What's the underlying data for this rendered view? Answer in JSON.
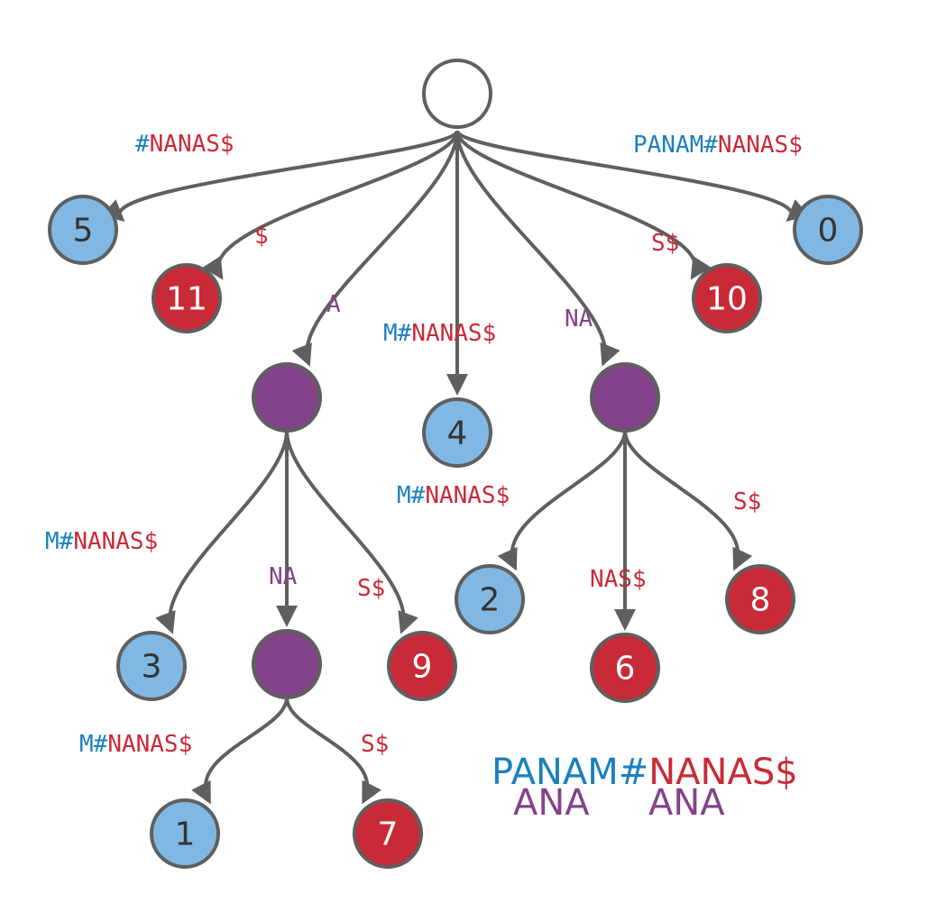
{
  "colors": {
    "blue": "#1a80bf",
    "red": "#c92a38",
    "purple": "#83438a",
    "node_blue": "#80b8e3",
    "node_red": "#c92a38",
    "node_purple": "#83438a",
    "root_fill": "#ffffff",
    "stroke": "#5f5f5f"
  },
  "tree": {
    "nodes": [
      {
        "id": "root",
        "kind": "root",
        "label": ""
      },
      {
        "id": "n5",
        "kind": "blue",
        "label": "5"
      },
      {
        "id": "n11",
        "kind": "red",
        "label": "11"
      },
      {
        "id": "nA",
        "kind": "internal",
        "label": ""
      },
      {
        "id": "n4",
        "kind": "blue",
        "label": "4"
      },
      {
        "id": "nNA",
        "kind": "internal",
        "label": ""
      },
      {
        "id": "n10",
        "kind": "red",
        "label": "10"
      },
      {
        "id": "n0",
        "kind": "blue",
        "label": "0"
      },
      {
        "id": "n3",
        "kind": "blue",
        "label": "3"
      },
      {
        "id": "nANA",
        "kind": "internal",
        "label": ""
      },
      {
        "id": "n9",
        "kind": "red",
        "label": "9"
      },
      {
        "id": "n2",
        "kind": "blue",
        "label": "2"
      },
      {
        "id": "n6",
        "kind": "red",
        "label": "6"
      },
      {
        "id": "n8",
        "kind": "red",
        "label": "8"
      },
      {
        "id": "n1",
        "kind": "blue",
        "label": "1"
      },
      {
        "id": "n7",
        "kind": "red",
        "label": "7"
      }
    ],
    "edges": [
      {
        "from": "root",
        "to": "n5",
        "label": [
          {
            "t": "#",
            "c": "blue"
          },
          {
            "t": "NANAS$",
            "c": "red"
          }
        ]
      },
      {
        "from": "root",
        "to": "n11",
        "label": [
          {
            "t": "$",
            "c": "red"
          }
        ]
      },
      {
        "from": "root",
        "to": "nA",
        "label": [
          {
            "t": "A",
            "c": "purple"
          }
        ]
      },
      {
        "from": "root",
        "to": "n4",
        "label": [
          {
            "t": "M#",
            "c": "blue"
          },
          {
            "t": "NANAS$",
            "c": "red"
          }
        ]
      },
      {
        "from": "root",
        "to": "nNA",
        "label": [
          {
            "t": "NA",
            "c": "purple"
          }
        ]
      },
      {
        "from": "root",
        "to": "n10",
        "label": [
          {
            "t": "S$",
            "c": "red"
          }
        ]
      },
      {
        "from": "root",
        "to": "n0",
        "label": [
          {
            "t": "PANAM#",
            "c": "blue"
          },
          {
            "t": "NANAS$",
            "c": "red"
          }
        ]
      },
      {
        "from": "nA",
        "to": "n3",
        "label": [
          {
            "t": "M#",
            "c": "blue"
          },
          {
            "t": "NANAS$",
            "c": "red"
          }
        ]
      },
      {
        "from": "nA",
        "to": "nANA",
        "label": [
          {
            "t": "NA",
            "c": "purple"
          }
        ]
      },
      {
        "from": "nA",
        "to": "n9",
        "label": [
          {
            "t": "S$",
            "c": "red"
          }
        ]
      },
      {
        "from": "nNA",
        "to": "n2",
        "label": [
          {
            "t": "M#",
            "c": "blue"
          },
          {
            "t": "NANAS$",
            "c": "red"
          }
        ]
      },
      {
        "from": "nNA",
        "to": "n6",
        "label": [
          {
            "t": "NAS$",
            "c": "red"
          }
        ]
      },
      {
        "from": "nNA",
        "to": "n8",
        "label": [
          {
            "t": "S$",
            "c": "red"
          }
        ]
      },
      {
        "from": "nANA",
        "to": "n1",
        "label": [
          {
            "t": "M#",
            "c": "blue"
          },
          {
            "t": "NANAS$",
            "c": "red"
          }
        ]
      },
      {
        "from": "nANA",
        "to": "n7",
        "label": [
          {
            "t": "S$",
            "c": "red"
          }
        ]
      }
    ]
  },
  "legend": {
    "line1": [
      {
        "t": "PANAM#",
        "c": "blue"
      },
      {
        "t": "NANAS$",
        "c": "red"
      }
    ],
    "line2_left": {
      "t": "ANA",
      "c": "purple"
    },
    "line2_right": {
      "t": "ANA",
      "c": "purple"
    }
  }
}
